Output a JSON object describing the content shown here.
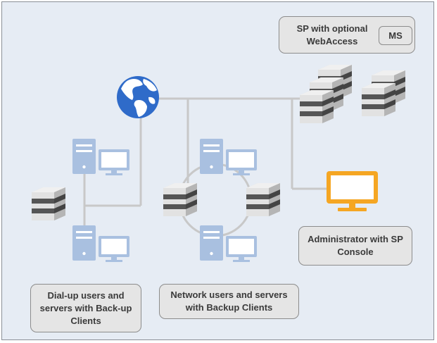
{
  "labels": {
    "sp_server": "SP  with optional WebAccess",
    "ms_badge": "MS",
    "admin": "Administrator with SP Console",
    "dialup": "Dial-up users and servers with Back-up Clients",
    "network": "Network users and servers with Backup Clients"
  },
  "icons": {
    "globe": "globe-icon",
    "server": "server-stack-icon",
    "workstation": "workstation-icon",
    "monitor": "monitor-icon"
  },
  "colors": {
    "background": "#e6ecf4",
    "connector": "#c8c8c8",
    "globe_blue": "#2f6bc9",
    "workstation_blue": "#a9c0e0",
    "admin_orange": "#f5a623",
    "label_fill": "#e5e5e5",
    "server_dark": "#555555",
    "server_light": "#d8d8d8"
  }
}
